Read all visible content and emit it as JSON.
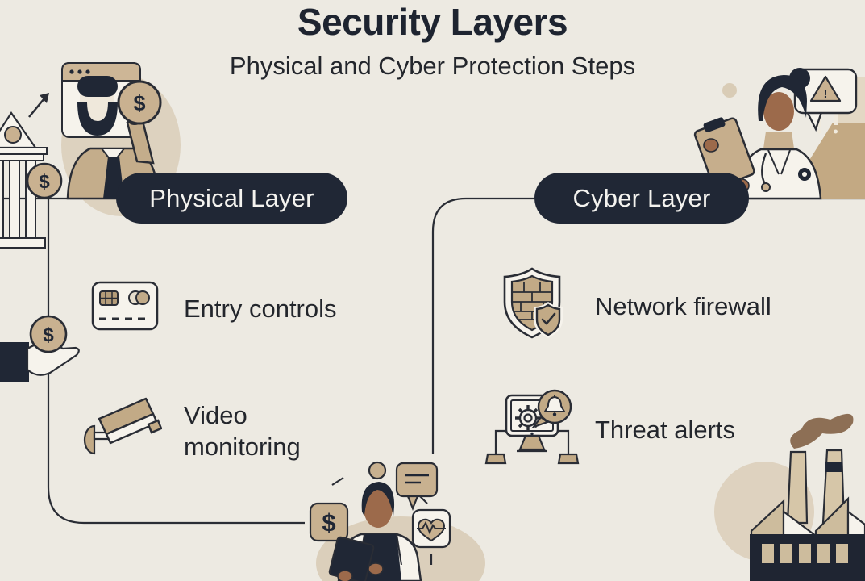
{
  "header": {
    "title": "Security Layers",
    "subtitle": "Physical and Cyber Protection Steps"
  },
  "branches": [
    {
      "label": "Physical Layer",
      "items": [
        {
          "icon": "credit-card-icon",
          "label": "Entry controls"
        },
        {
          "icon": "cctv-camera-icon",
          "label": "Video monitoring"
        }
      ]
    },
    {
      "label": "Cyber Layer",
      "items": [
        {
          "icon": "firewall-shield-icon",
          "label": "Network firewall"
        },
        {
          "icon": "threat-monitor-bell-icon",
          "label": "Threat alerts"
        }
      ]
    }
  ],
  "symbols": {
    "dollar": "$",
    "alert": "!"
  },
  "decorations": [
    "banker-with-coin-illustration",
    "bank-building-illustration",
    "browser-window-illustration",
    "growth-arrow-icon",
    "hand-holding-coin-illustration",
    "doctor-with-clipboard-illustration",
    "alert-speech-bubble-illustration",
    "tablet-person-illustration",
    "chat-bubble-illustration",
    "dollar-tile-illustration",
    "heart-pulse-tile-illustration",
    "factory-with-smoke-illustration"
  ],
  "colors": {
    "background": "#edeae2",
    "ink": "#23262c",
    "navy": "#202735",
    "outline": "#2a2d35",
    "tan": "#c2aa88",
    "tan_coin": "#c9b190",
    "tan_light": "#ddd2bf",
    "cream": "#f6f3ec",
    "skin": "#9c6a4b",
    "smoke": "#8d6f55"
  }
}
